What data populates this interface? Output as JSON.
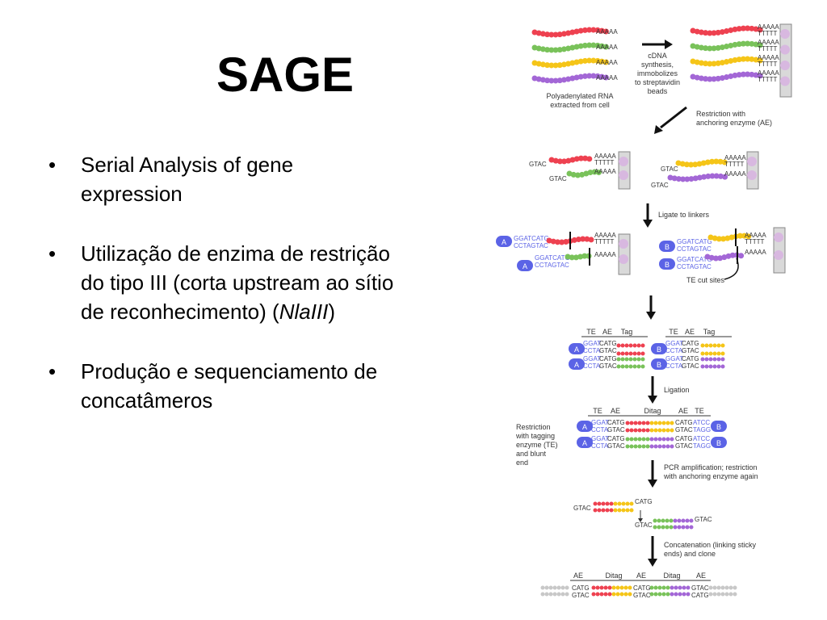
{
  "slide": {
    "title": "SAGE",
    "bullets": [
      {
        "text": "Serial Analysis of gene expression"
      },
      {
        "text_before": "Utilização de enzima de restrição do tipo III (corta upstream ao sítio de reconhecimento) (",
        "text_italic": "NlaIII",
        "text_after": ")"
      },
      {
        "text": "Produção e sequenciamento de concatâmeros"
      }
    ],
    "bullet_char": "•"
  },
  "figure": {
    "colors": {
      "red": "#ee4150",
      "green": "#79c25a",
      "yellow": "#f5c518",
      "purple": "#a367d6",
      "gray": "#c8c8c8",
      "link_blue": "#5b63e6",
      "bead": "#d8b8e0"
    },
    "polyA": "AAAAA",
    "polyT": "TTTTT",
    "labels": {
      "polyadenylated": [
        "Polyadenylated RNA",
        "extracted from cell"
      ],
      "cdna": [
        "cDNA",
        "synthesis,",
        "immobolizes",
        "to streptavidin",
        "beads"
      ],
      "restriction_ae": [
        "Restriction with",
        "anchoring enzyme (AE)"
      ],
      "ligate": "Ligate to linkers",
      "te_cut": "TE cut sites",
      "ligation": "Ligation",
      "restriction_te": [
        "Restriction",
        "with tagging",
        "enzyme (TE)",
        "and blunt",
        "end"
      ],
      "pcr": [
        "PCR amplification; restriction",
        "with anchoring enzyme again"
      ],
      "concat": [
        "Concatenation (linking sticky",
        "ends) and clone"
      ]
    },
    "seq": {
      "gtac": "GTAC",
      "catg": "CATG",
      "ggat": "GGAT",
      "ccta": "CCTA",
      "atcc": "ATCC",
      "tagg": "TAGG",
      "a": "A",
      "b": "B"
    },
    "headers": {
      "te": "TE",
      "ae": "AE",
      "tag": "Tag",
      "ditag": "Ditag"
    }
  }
}
